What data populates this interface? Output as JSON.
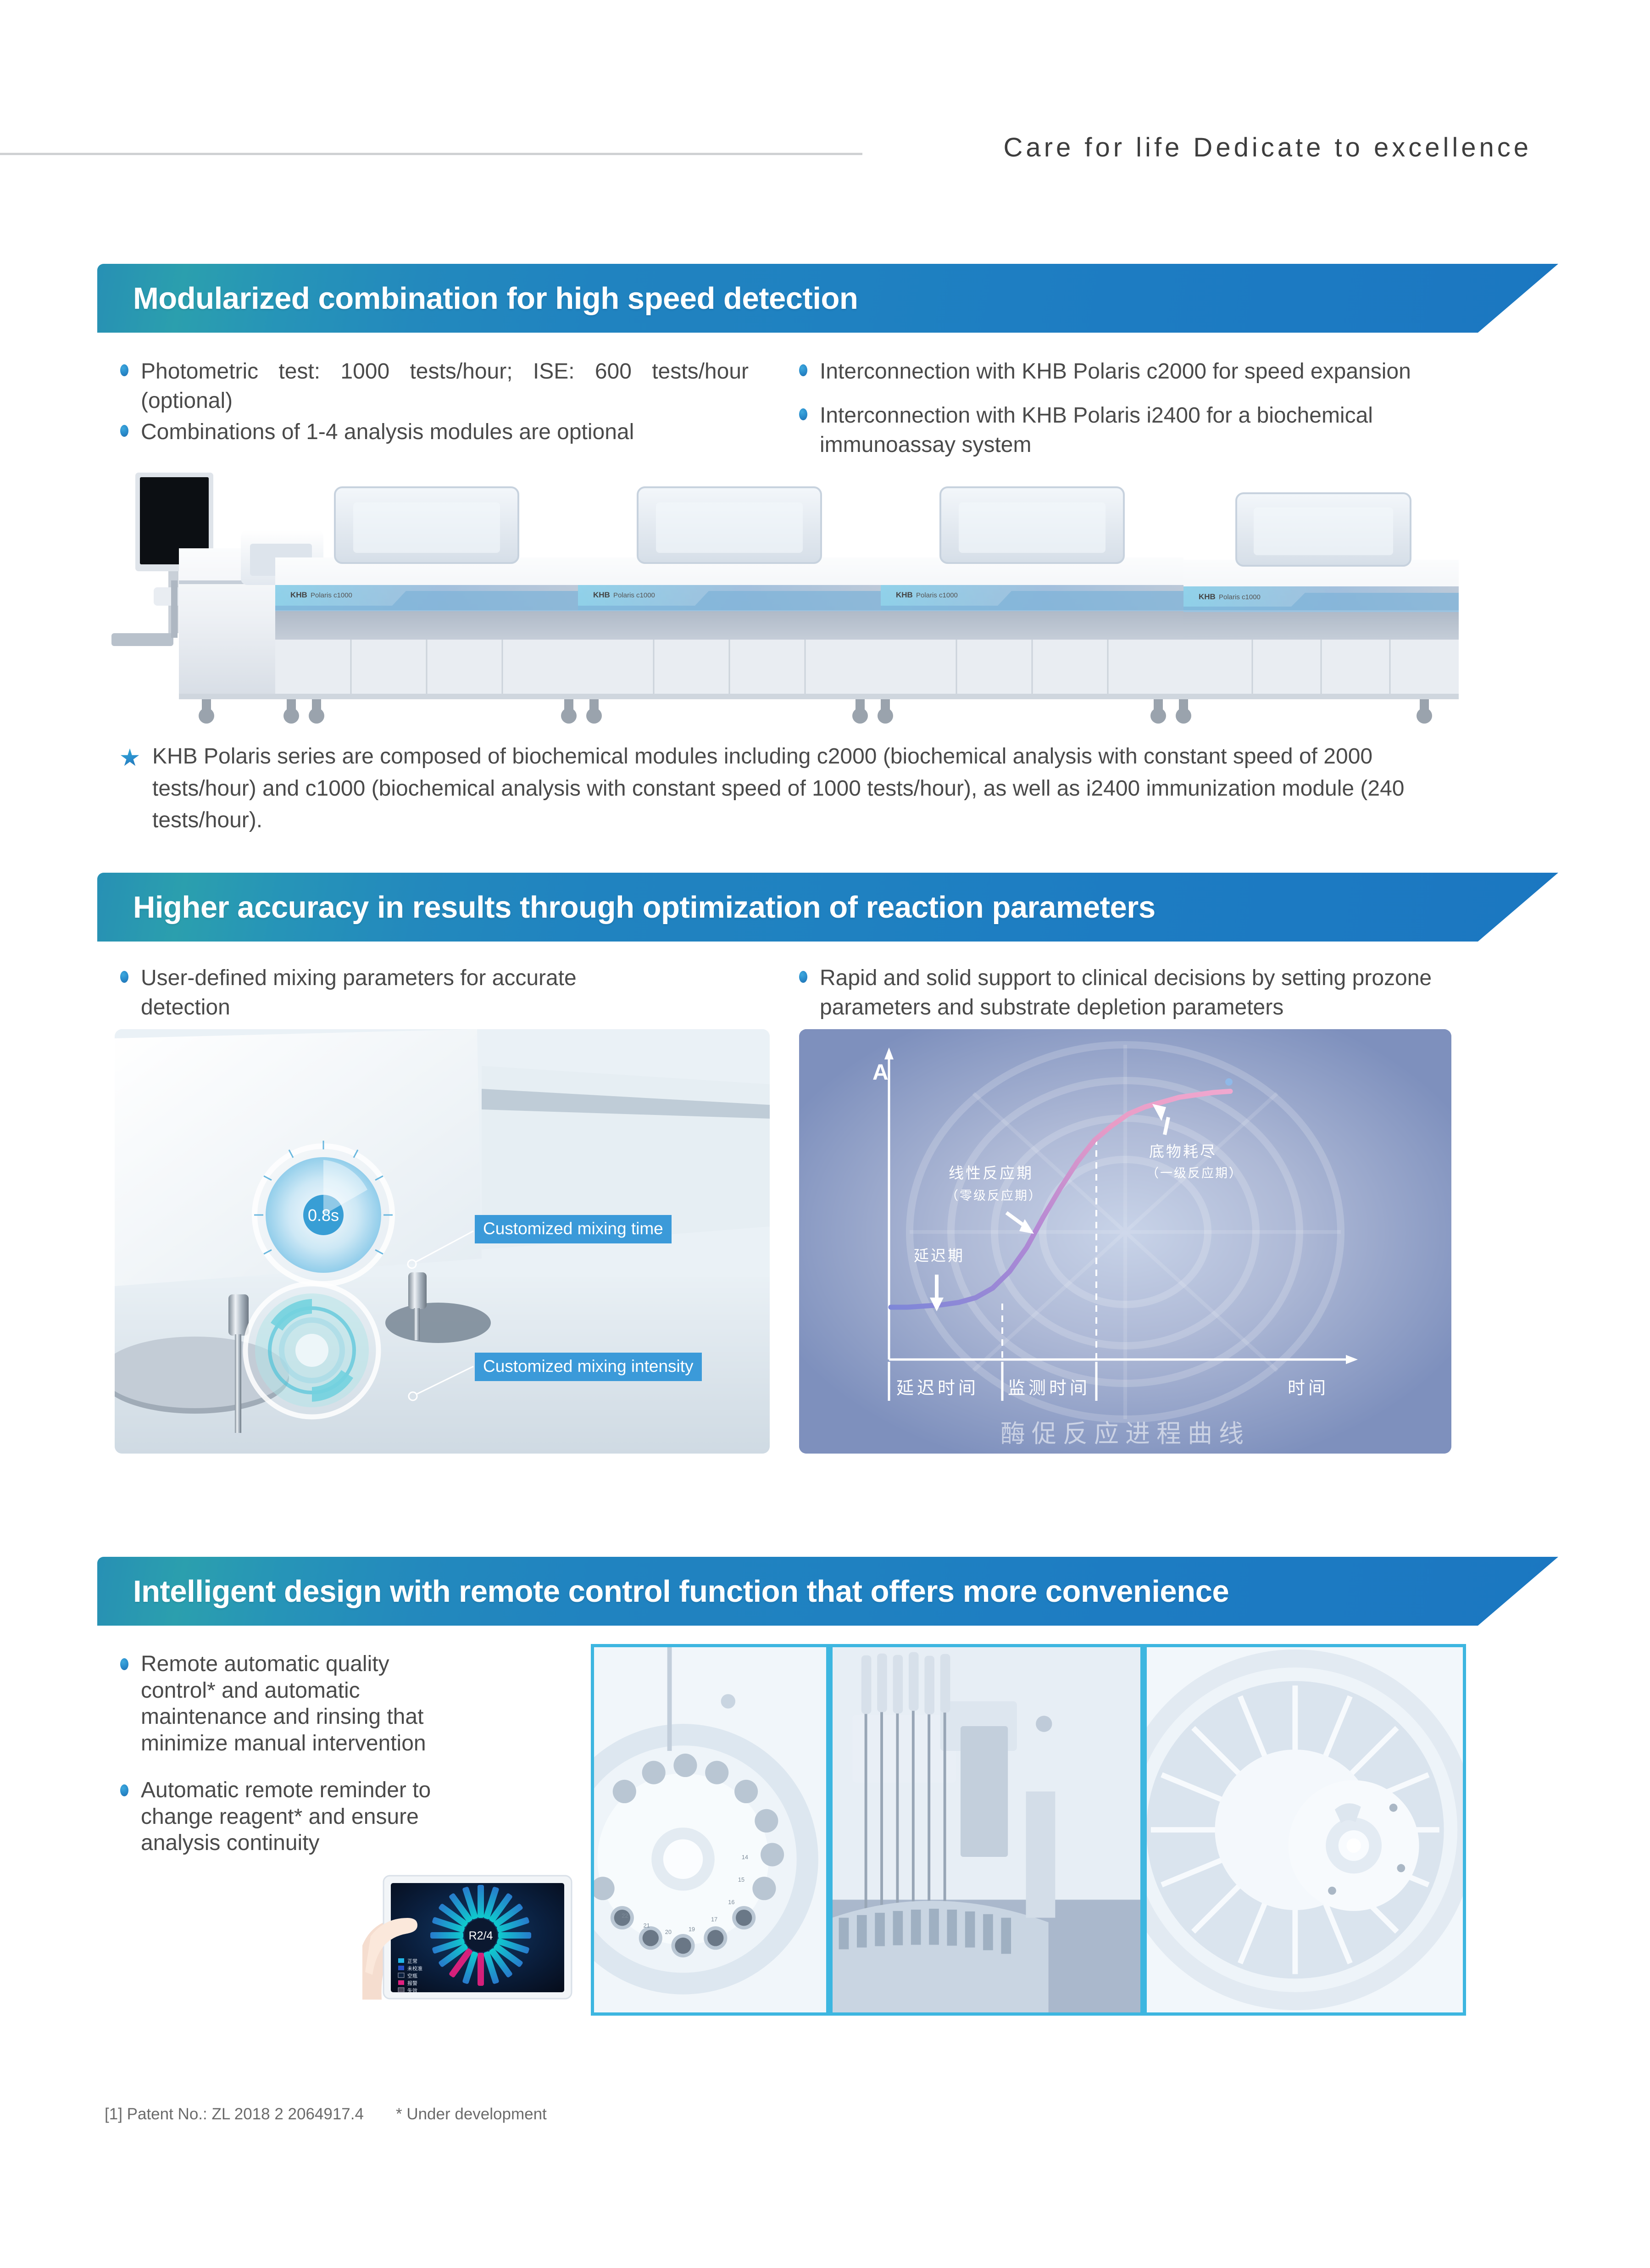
{
  "header": {
    "tagline": "Care for life  Dedicate to excellence"
  },
  "sections": [
    {
      "id": "modularized",
      "banner_title": "Modularized combination for high speed detection",
      "bullets_left": [
        "Photometric test: 1000 tests/hour; ISE: 600 tests/hour (optional)",
        "Combinations of 1-4 analysis modules are optional"
      ],
      "bullets_right": [
        "Interconnection with KHB Polaris c2000 for speed expansion",
        "Interconnection with KHB Polaris i2400 for a biochemical immunoassay system"
      ],
      "note": "KHB Polaris series are composed of biochemical modules including c2000 (biochemical analysis with constant speed of 2000 tests/hour) and c1000 (biochemical analysis with constant speed of 1000 tests/hour), as well as i2400 immunization module (240 tests/hour).",
      "machine": {
        "module_label": "KHB Polaris c1000",
        "module_count": 4
      }
    },
    {
      "id": "accuracy",
      "banner_title": "Higher accuracy in results through optimization of reaction parameters",
      "bullets_left": [
        "User-defined mixing parameters for accurate detection"
      ],
      "bullets_right": [
        "Rapid and solid support to clinical decisions by setting prozone parameters and substrate depletion parameters"
      ],
      "photo_left": {
        "gauge_value": "0.8s",
        "callout_1": "Customized mixing time",
        "callout_2": "Customized mixing intensity"
      },
      "photo_right": {
        "chart_title": "酶促反应进程曲线",
        "y_axis": "A",
        "x_axis": "时间",
        "annotations": [
          "延迟期",
          "线性反应期",
          "（零级反应期）",
          "底物耗尽",
          "（一级反应期）"
        ],
        "x_segments": [
          "延迟时间",
          "监测时间"
        ]
      }
    },
    {
      "id": "intelligent",
      "banner_title": "Intelligent design with remote control function that offers more convenience",
      "bullets_left": [
        "Remote automatic quality control* and automatic maintenance and rinsing that minimize manual intervention",
        "Automatic remote reminder to change reagent* and ensure analysis continuity"
      ],
      "tablet": {
        "center_label": "R2/4",
        "legend": [
          "正常",
          "未校准",
          "空瓶",
          "报警",
          "失效"
        ]
      }
    }
  ],
  "footer": {
    "patent": "[1]  Patent No.: ZL 2018 2 2064917.4",
    "development": "* Under development"
  },
  "colors": {
    "banner_left": "#2790b4",
    "banner_right": "#1b77c1",
    "bullet_dot": "#2b8fce",
    "label_bg": "#3b9ad9",
    "photo_border": "#3db6e0",
    "text": "#4a4a4a",
    "rule": "#cfd1d3"
  },
  "chart_data": {
    "type": "line",
    "title": "酶促反应进程曲线",
    "xlabel": "时间",
    "ylabel": "A",
    "x": [
      0,
      5,
      10,
      15,
      20,
      25,
      30,
      35,
      40,
      45,
      50,
      55,
      60,
      65,
      70,
      75,
      80,
      85,
      90,
      95,
      100
    ],
    "series": [
      {
        "name": "酶促反应进程",
        "values": [
          5,
          5,
          5.5,
          6,
          7,
          9,
          13,
          20,
          30,
          43,
          55,
          66,
          75,
          81,
          86,
          89,
          91,
          93,
          94,
          95,
          95.5
        ]
      }
    ],
    "vlines": [
      28,
      57
    ],
    "x_segments": [
      "延迟时间",
      "监测时间"
    ],
    "annotations": [
      {
        "text": "延迟期",
        "x": 10,
        "y": 30
      },
      {
        "text": "线性反应期（零级反应期）",
        "x": 33,
        "y": 68
      },
      {
        "text": "底物耗尽（一级反应期）",
        "x": 75,
        "y": 78
      }
    ],
    "grid": false,
    "legend": "none"
  }
}
